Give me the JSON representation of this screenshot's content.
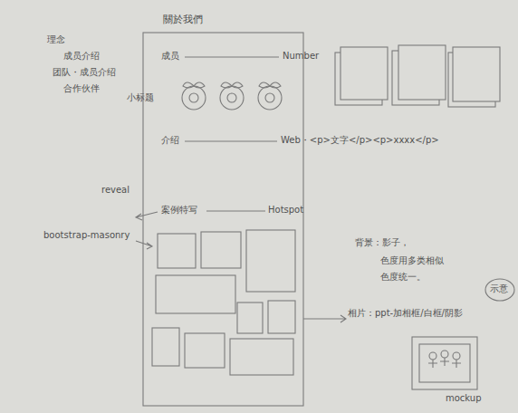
{
  "diagram": {
    "nodes": [
      {
        "text": [
          "關於我們"
        ]
      }
    ],
    "labels": [
      "理念",
      "成员介绍",
      "团队・成员介绍",
      "合作伙伴",
      "成员",
      "Number",
      "小标题",
      "介绍",
      "Web・<p>文字</p><p>xxxx</p>",
      "reveal",
      "案例特写",
      "Hotspot",
      "bootstrap-masonry",
      "背景：影子，",
      "色度用多类相似",
      "色度统一。",
      "相片：ppt-加相框/白框/阴影",
      "示意",
      "mockup"
    ]
  }
}
